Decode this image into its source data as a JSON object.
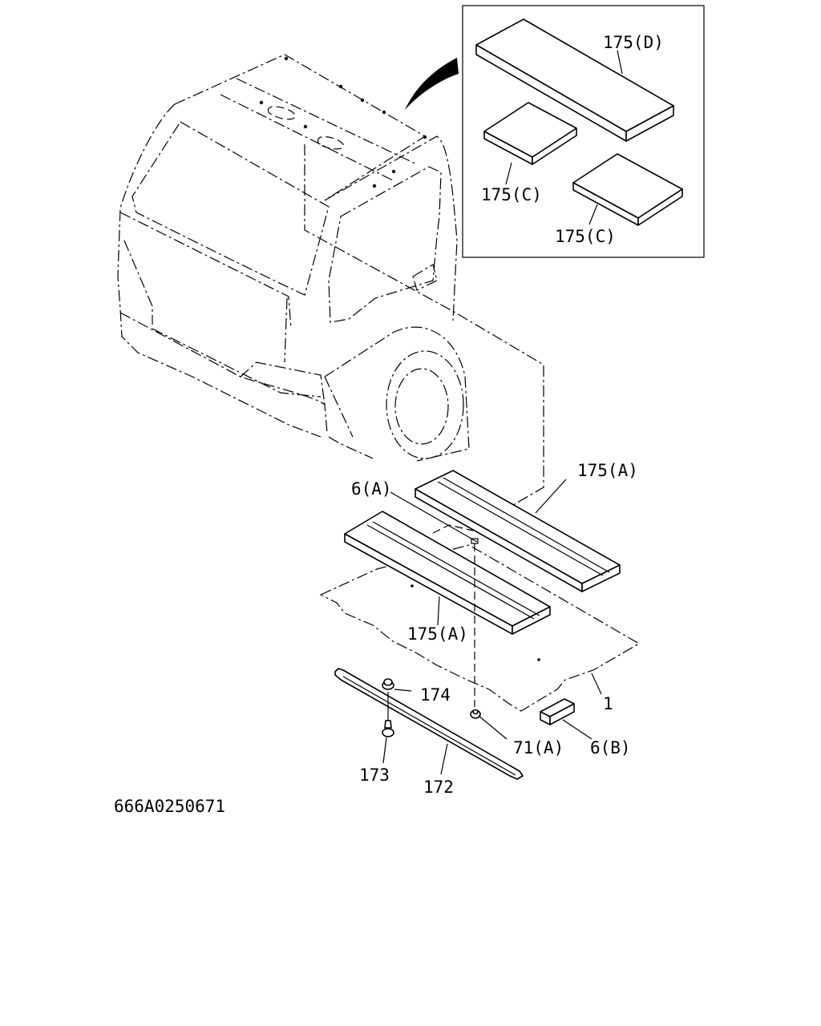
{
  "labels": {
    "p175d": "175(D)",
    "p175c_top": "175(C)",
    "p175c_bottom": "175(C)",
    "p175a_right": "175(A)",
    "p6a": "6(A)",
    "p175a_left": "175(A)",
    "p174": "174",
    "p1": "1",
    "p71a": "71(A)",
    "p6b": "6(B)",
    "p173": "173",
    "p172": "172"
  },
  "drawing_code": "666A0250671"
}
